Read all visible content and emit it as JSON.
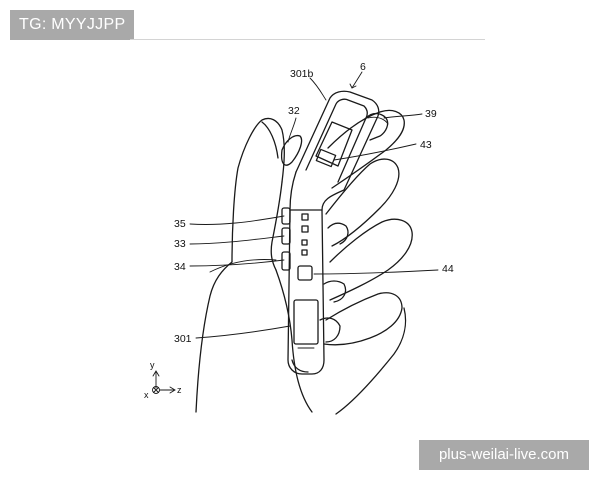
{
  "tag": {
    "text": "TG: MYYJJPP"
  },
  "watermark": {
    "text": "plus-weilai-live.com"
  },
  "diagram": {
    "labels": {
      "device": "6",
      "l_301b": "301b",
      "l_32": "32",
      "l_39": "39",
      "l_43": "43",
      "l_35": "35",
      "l_33": "33",
      "l_34": "34",
      "l_44": "44",
      "l_301": "301"
    },
    "axes": {
      "y": "y",
      "x": "x",
      "z": "z"
    }
  }
}
